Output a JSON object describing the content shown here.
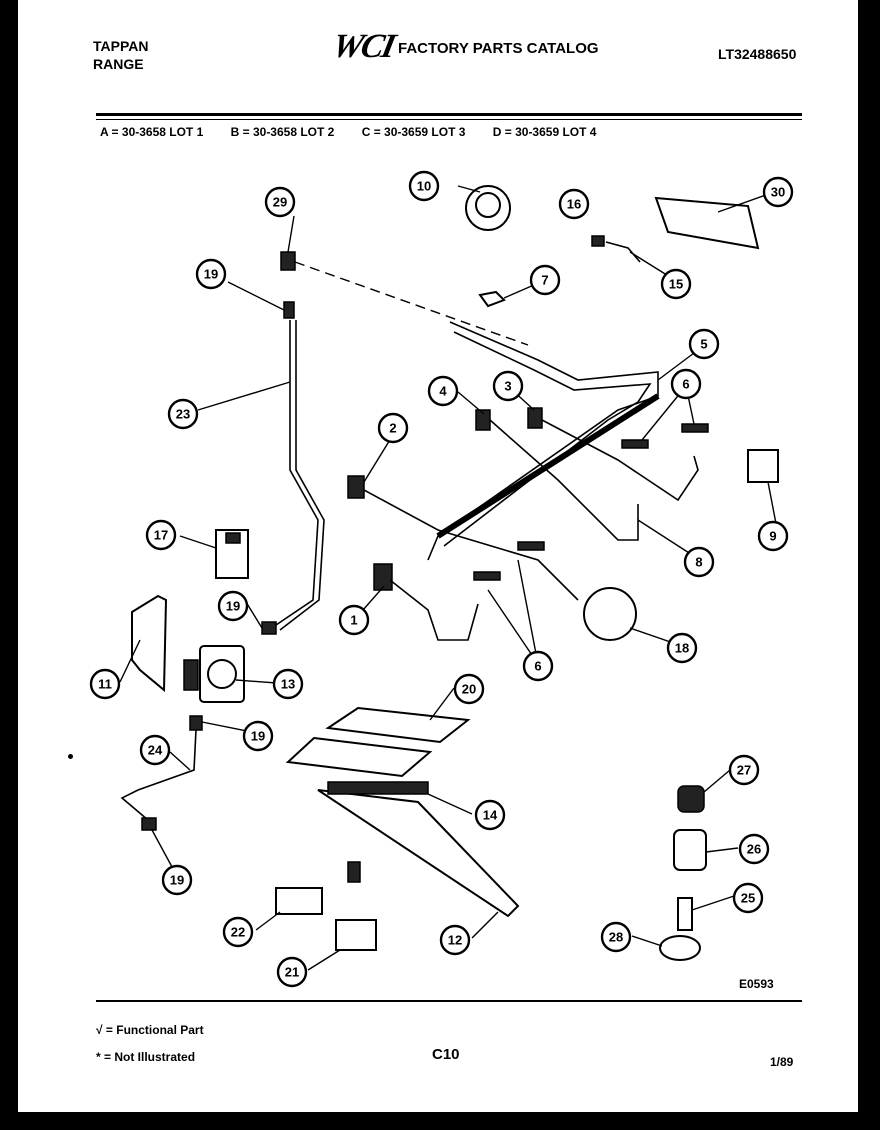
{
  "header": {
    "brand_line1": "TAPPAN",
    "brand_line2": "RANGE",
    "logo_text": "WCI",
    "catalog_title": "FACTORY PARTS CATALOG",
    "model_number": "LT32488650"
  },
  "lots": [
    "A = 30-3658 LOT 1",
    "B = 30-3658 LOT 2",
    "C = 30-3659 LOT 3",
    "D = 30-3659 LOT 4"
  ],
  "callouts": [
    "29",
    "19",
    "23",
    "17",
    "19",
    "11",
    "13",
    "19",
    "24",
    "19",
    "10",
    "7",
    "16",
    "30",
    "15",
    "5",
    "4",
    "3",
    "2",
    "6",
    "9",
    "8",
    "1",
    "18",
    "6",
    "20",
    "14",
    "27",
    "26",
    "25",
    "28",
    "12",
    "22",
    "21"
  ],
  "diagram_code": "E0593",
  "footer": {
    "functional_part": "√ = Functional Part",
    "not_illustrated": "* = Not Illustrated",
    "page": "C10",
    "date": "1/89"
  }
}
